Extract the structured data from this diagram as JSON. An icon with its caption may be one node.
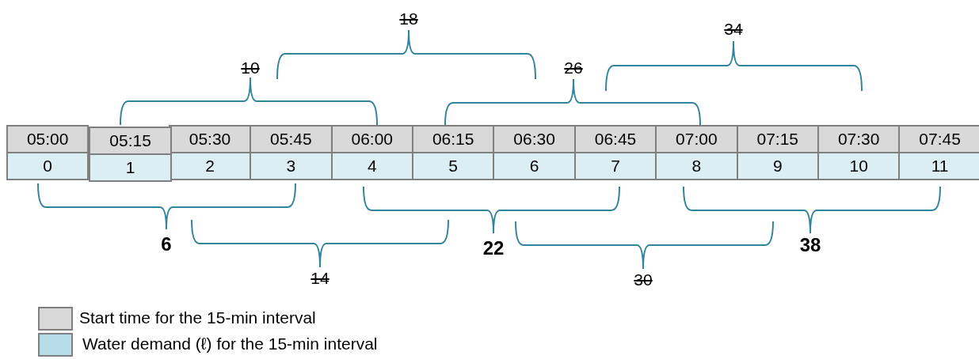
{
  "diagram": {
    "labels": [
      "05:00",
      "05:15",
      "05:30",
      "05:45",
      "06:00",
      "06:15",
      "06:30",
      "06:45",
      "07:00",
      "07:15",
      "07:30",
      "07:45",
      "0",
      "1",
      "2",
      "3",
      "4",
      "5",
      "6",
      "7",
      "8",
      "9",
      "10",
      "11",
      "18",
      "34",
      "10",
      "26",
      "6",
      "22",
      "38",
      "14",
      "30"
    ],
    "legend": [
      {
        "text": "Start time for the 15-min interval",
        "color": "#d9d9d9"
      },
      {
        "text": "Water demand (ℓ) for the 15-min interval",
        "color": "#b7dee8"
      }
    ]
  }
}
